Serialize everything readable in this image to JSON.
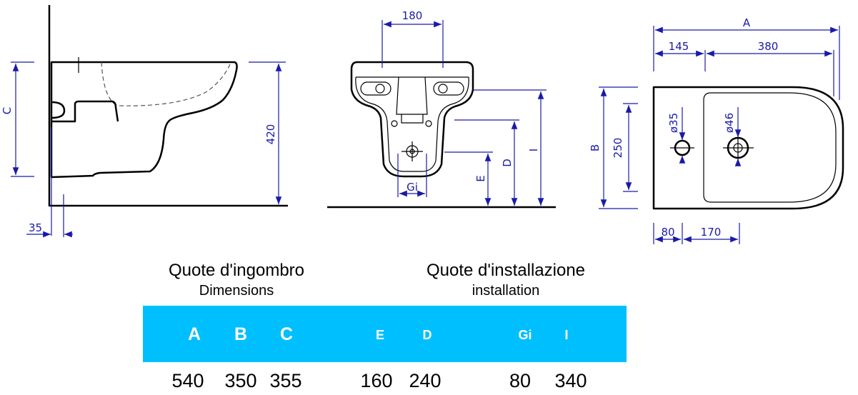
{
  "side_view": {
    "dim_c": "C",
    "dim_height": "420",
    "dim_offset": "35"
  },
  "front_view": {
    "dim_width": "180",
    "dim_gi": "Gi",
    "dim_e": "E",
    "dim_d": "D",
    "dim_i": "I"
  },
  "top_view": {
    "dim_a": "A",
    "dim_145": "145",
    "dim_380": "380",
    "dim_b": "B",
    "dim_250": "250",
    "hole_small": "ø35",
    "hole_large": "ø46",
    "dim_80": "80",
    "dim_170": "170"
  },
  "table": {
    "left_title": "Quote d'ingombro",
    "left_subtitle": "Dimensions",
    "right_title": "Quote d'installazione",
    "right_subtitle": "installation",
    "header_color": "#00BFFF",
    "columns": [
      {
        "label": "A",
        "value": "540"
      },
      {
        "label": "B",
        "value": "350"
      },
      {
        "label": "C",
        "value": "355"
      },
      {
        "label": "E",
        "value": "160"
      },
      {
        "label": "D",
        "value": "240"
      },
      {
        "label": "Gi",
        "value": "80"
      },
      {
        "label": "I",
        "value": "340"
      }
    ]
  }
}
